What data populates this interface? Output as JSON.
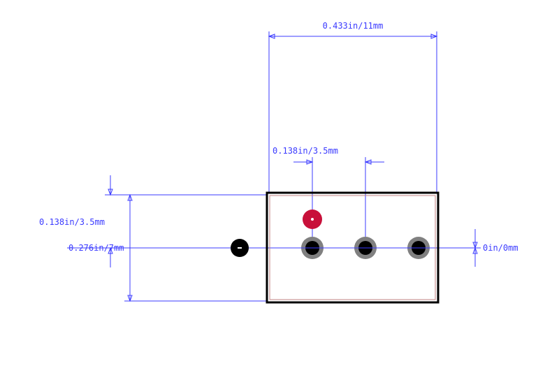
{
  "dimensions": {
    "width_top": "0.433in/11mm",
    "pitch": "0.138in/3.5mm",
    "offset_left": "0.138in/3.5mm",
    "height_left": "0.276in/7mm",
    "offset_right": "0in/0mm"
  },
  "colors": {
    "dimension": "#3b3bff",
    "outline": "#000000",
    "outline_inner": "#c08080",
    "pad_ring": "#808080",
    "pad_hole": "#000000",
    "pin1_pad": "#c8103a",
    "mounting_hole": "#000000"
  }
}
